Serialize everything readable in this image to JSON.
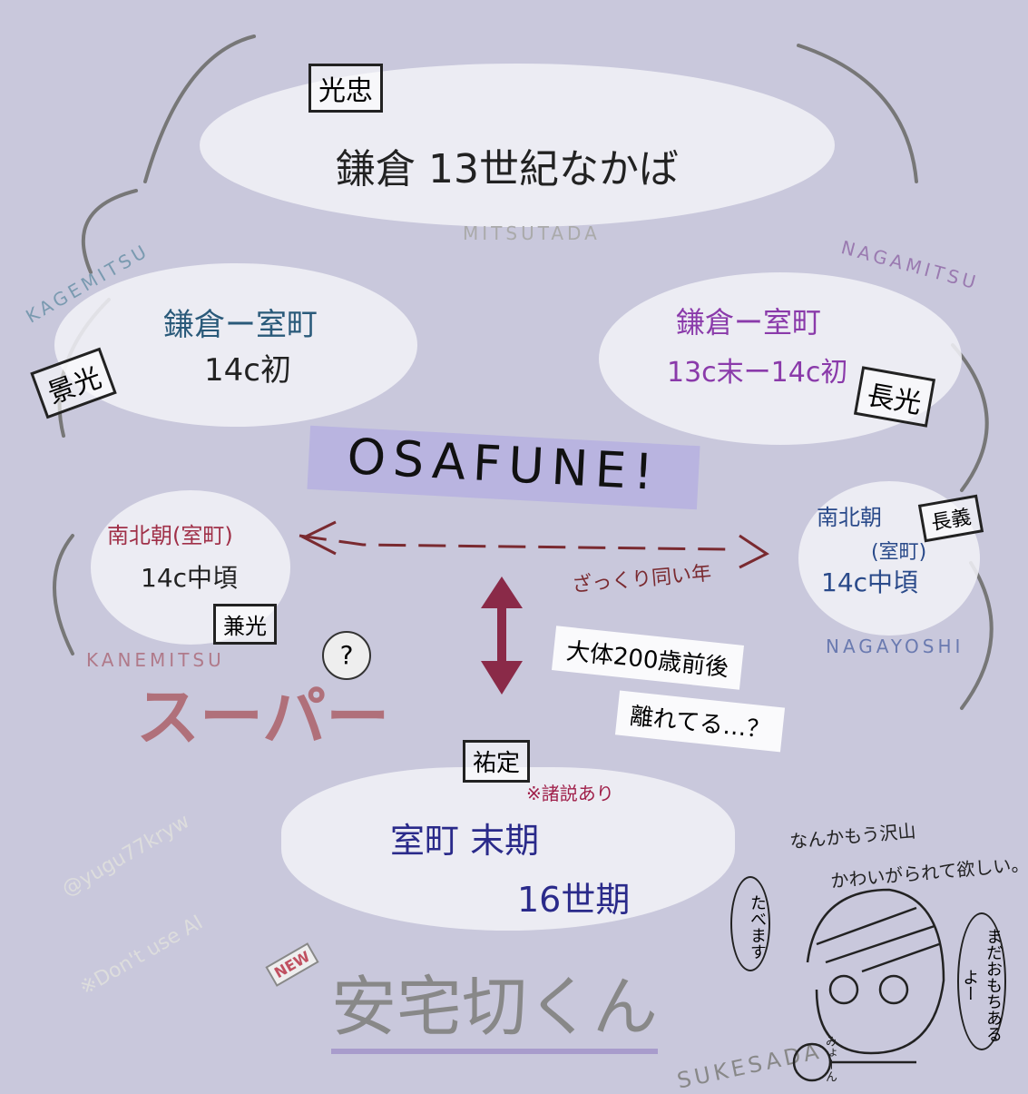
{
  "mitsutada": {
    "tag": "光忠",
    "period": "鎌倉 13世紀なかば",
    "name": "MITSUTADA",
    "color": "#8a6a10"
  },
  "kagemitsu": {
    "tag": "景光",
    "period1": "鎌倉ー室町",
    "period2": "14c初",
    "name": "KAGEMITSU",
    "color": "#2a6a8a"
  },
  "nagamitsu": {
    "tag": "長光",
    "period1": "鎌倉ー室町",
    "period2": "13c末ー14c初",
    "name": "NAGAMITSU",
    "color": "#8a3aaa"
  },
  "title": "OSAFUNE!",
  "kanemitsu": {
    "tag": "兼光",
    "period1": "南北朝(室町)",
    "period2": "14c中頃",
    "name": "KANEMITSU",
    "color": "#a03048"
  },
  "nagayoshi": {
    "tag": "長義",
    "period1": "南北朝",
    "period2": "(室町)",
    "period3": "14c中頃",
    "name": "NAGAYOSHI",
    "color": "#2a4a8a"
  },
  "same_age": "ざっくり同い年",
  "question": "?",
  "gap_note1": "大体200歳前後",
  "gap_note2": "離れてる…？",
  "super_text": "スーパー",
  "sukesada": {
    "tag": "祐定",
    "note": "※諸説あり",
    "period1": "室町 末期",
    "period2": "16世期",
    "name": "SUKESADA",
    "nickname": "安宅切くん",
    "badge": "NEW",
    "color": "#2a2a8a"
  },
  "watermark1": "@yugu77kryw",
  "watermark2": "※Don't use AI",
  "comment1": "なんかもう沢山",
  "comment2": "かわいがられて欲しい。",
  "bubble_left": "たべます",
  "bubble_right": "まだおもちあるよー",
  "sfx": "みょーん"
}
